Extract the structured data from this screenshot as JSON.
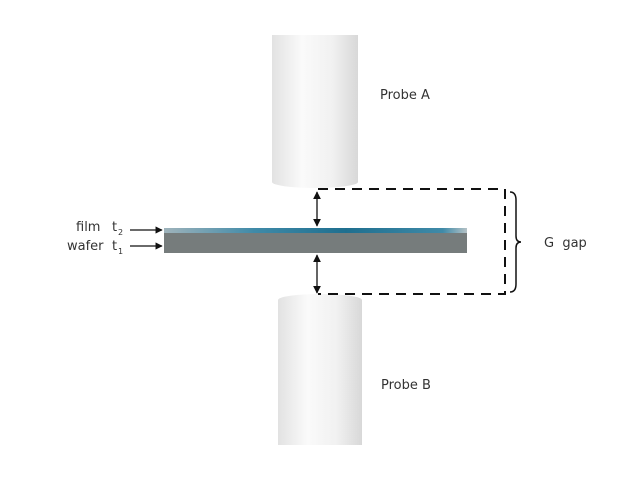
{
  "probe_a": {
    "label": "Probe A"
  },
  "probe_b": {
    "label": "Probe B"
  },
  "film": {
    "label": "film",
    "thickness_symbol": "t",
    "thickness_sub": "2"
  },
  "wafer": {
    "label": "wafer",
    "thickness_symbol": "t",
    "thickness_sub": "1"
  },
  "gap": {
    "label": "G  gap"
  },
  "colors": {
    "wafer": "#767c7c",
    "film": "#2f7f9c",
    "probe": "#ececec"
  }
}
